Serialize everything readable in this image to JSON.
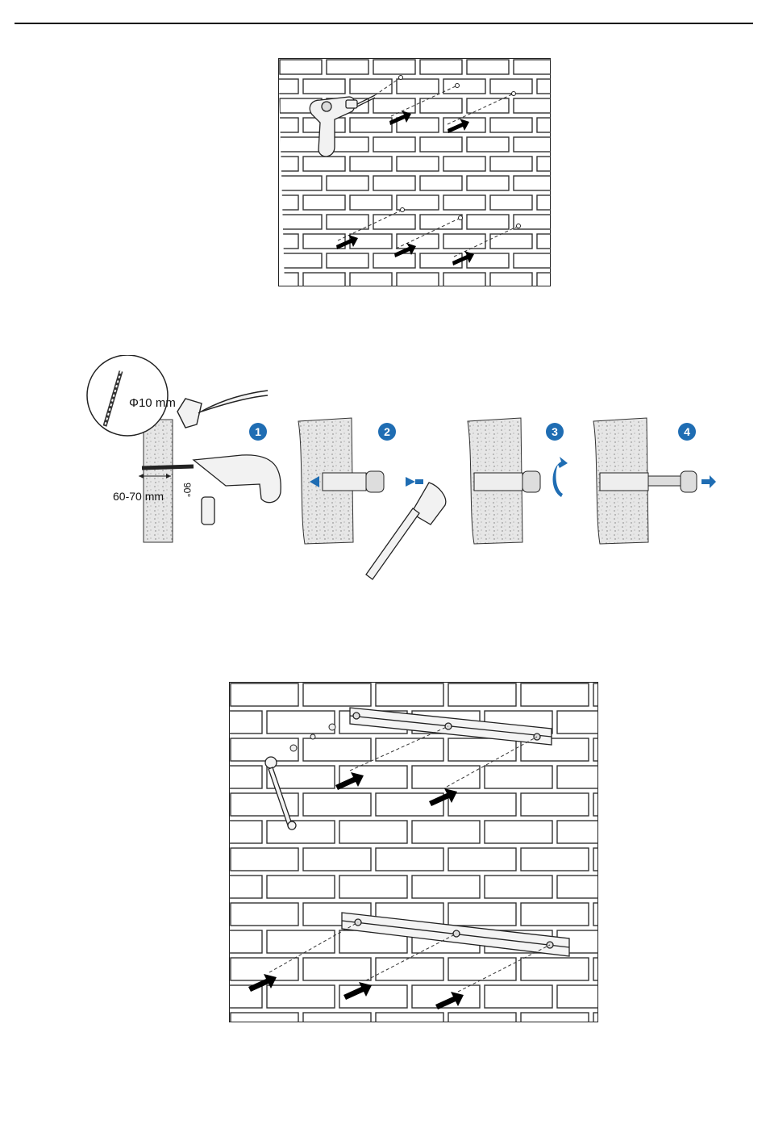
{
  "figure2": {
    "drill_bit_label": "Φ10 mm",
    "depth_label": "60-70 mm",
    "angle_label": "90°",
    "steps": [
      "1",
      "2",
      "3",
      "4"
    ],
    "step_color": "#1f6db3"
  }
}
